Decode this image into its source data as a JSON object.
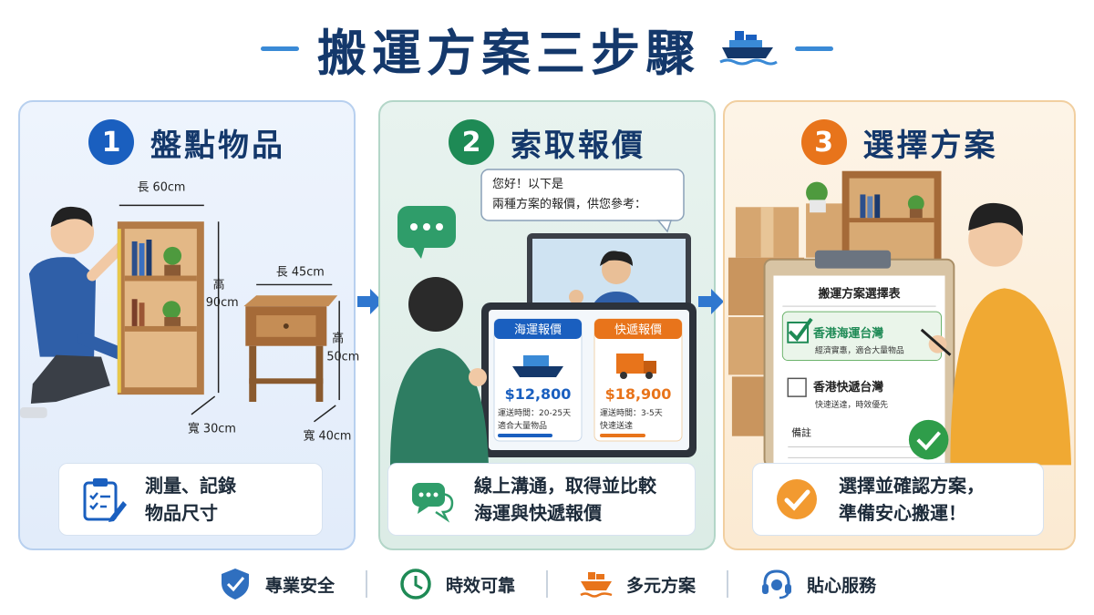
{
  "title": "搬運方案三步驟",
  "steps": [
    {
      "number": "1",
      "title": "盤點物品",
      "caption_line1": "測量、記錄",
      "caption_line2": "物品尺寸",
      "shelf_dims": {
        "length": "長 60cm",
        "height_line1": "高",
        "height_line2": "90cm",
        "width": "寬 30cm"
      },
      "table_dims": {
        "length": "長 45cm",
        "height_line1": "高",
        "height_line2": "50cm",
        "width": "寬 40cm"
      }
    },
    {
      "number": "2",
      "title": "索取報價",
      "caption_line1": "線上溝通，取得並比較",
      "caption_line2": "海運與快遞報價",
      "bubble_line1": "您好！以下是",
      "bubble_line2": "兩種方案的報價，供您參考：",
      "quotes": [
        {
          "label": "海運報價",
          "price": "$12,800",
          "time": "運送時間：20-25天",
          "note": "適合大量物品",
          "color": "#1a5fbf"
        },
        {
          "label": "快遞報價",
          "price": "$18,900",
          "time": "運送時間：3-5天",
          "note": "快速送達",
          "color": "#e8741b"
        }
      ]
    },
    {
      "number": "3",
      "title": "選擇方案",
      "caption_line1": "選擇並確認方案，",
      "caption_line2": "準備安心搬運！",
      "form_title": "搬運方案選擇表",
      "options": [
        {
          "label": "香港海運台灣",
          "desc": "經濟實惠，適合大量物品",
          "checked": true
        },
        {
          "label": "香港快遞台灣",
          "desc": "快速送達，時效優先",
          "checked": false
        }
      ],
      "notes_label": "備註"
    }
  ],
  "features": [
    {
      "icon": "shield-icon",
      "label": "專業安全"
    },
    {
      "icon": "clock-icon",
      "label": "時效可靠"
    },
    {
      "icon": "ship-icon",
      "label": "多元方案"
    },
    {
      "icon": "headset-icon",
      "label": "貼心服務"
    }
  ],
  "colors": {
    "navy": "#14386b",
    "blue": "#1a5fbf",
    "green": "#1e8a55",
    "orange": "#e8741b"
  }
}
